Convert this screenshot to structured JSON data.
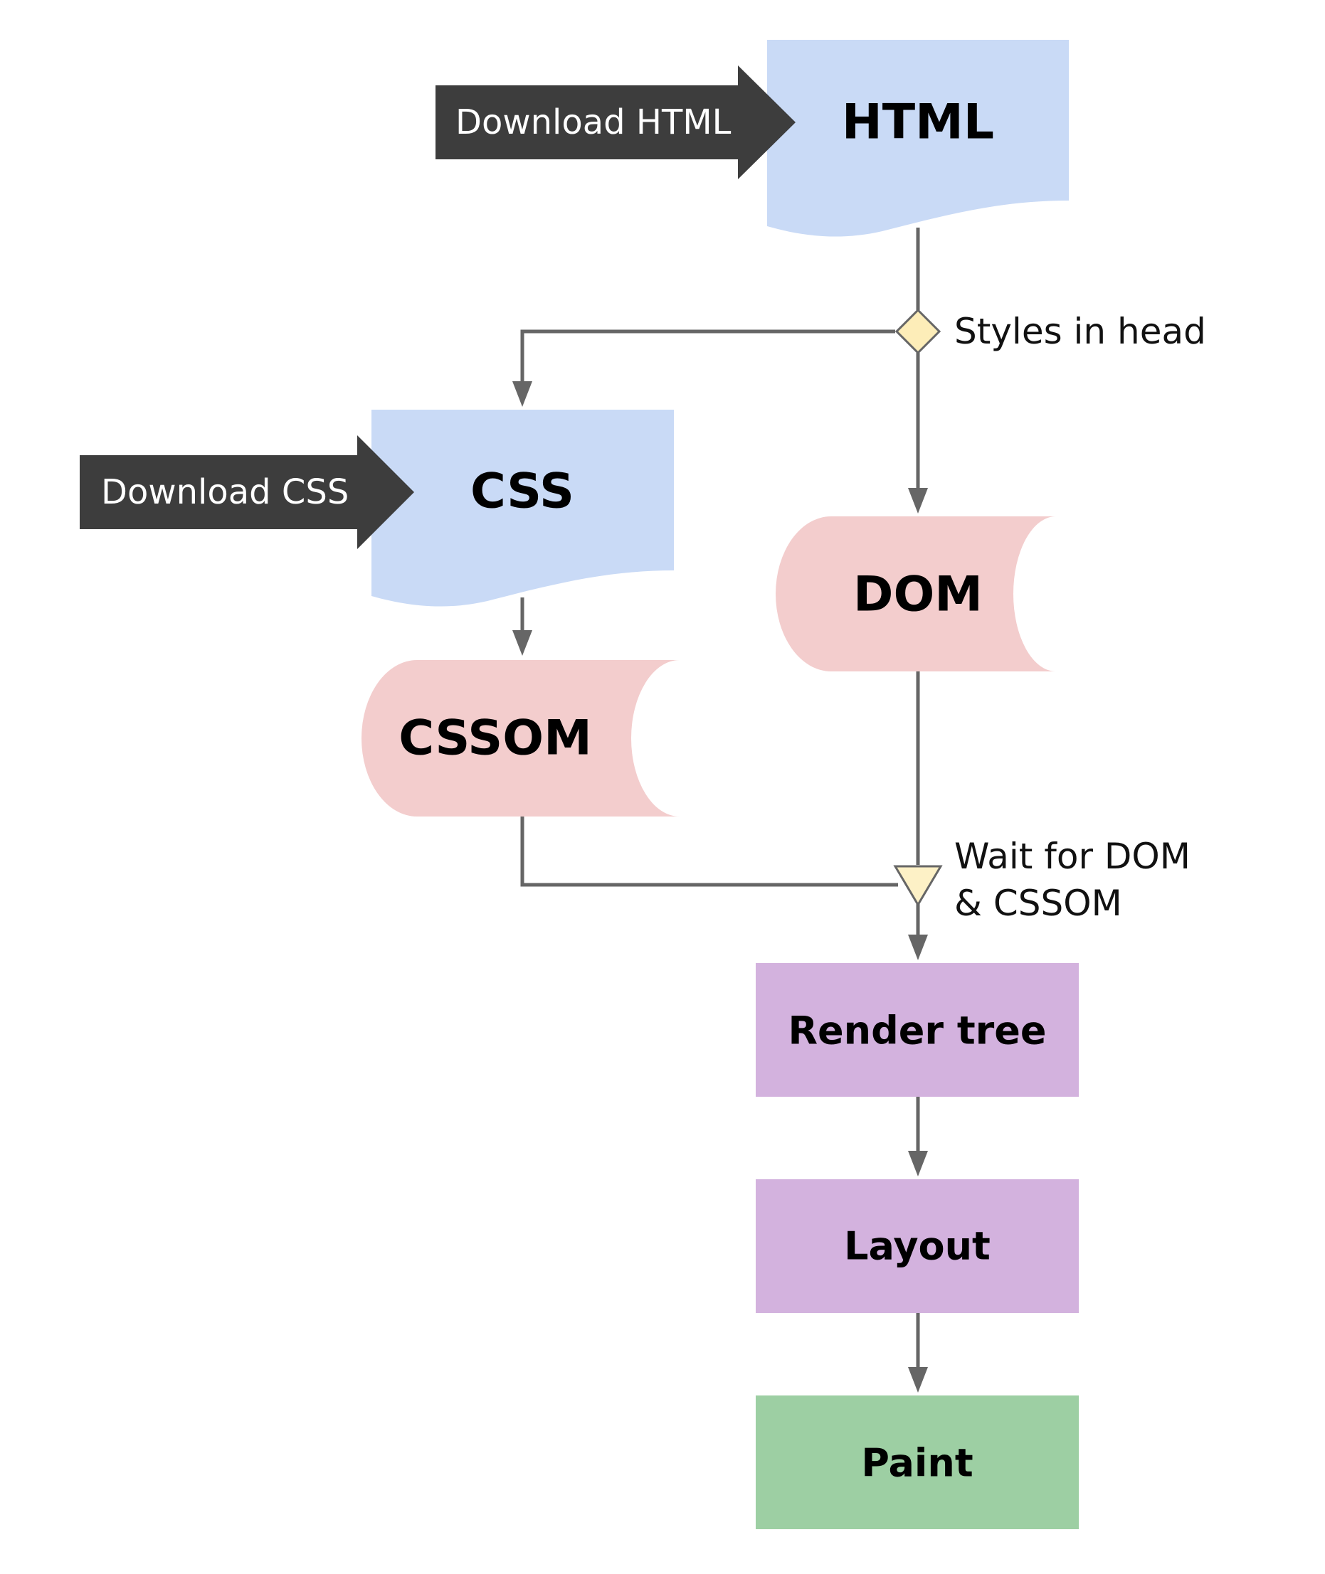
{
  "colors": {
    "document": "#c9daf6",
    "datastore": "#f3cdcd",
    "process": "#d3b2de",
    "output": "#9dcfa3",
    "input_arrow": "#3d3d3d",
    "connector": "#666666",
    "decision": "#fdedb8",
    "merge": "#fdf1c6"
  },
  "inputs": {
    "html": "Download HTML",
    "css": "Download CSS"
  },
  "nodes": {
    "html": "HTML",
    "css": "CSS",
    "dom": "DOM",
    "cssom": "CSSOM",
    "render_tree": "Render tree",
    "layout": "Layout",
    "paint": "Paint"
  },
  "edges": {
    "styles_in_head": "Styles in head",
    "wait_line1": "Wait for DOM",
    "wait_line2": "& CSSOM"
  }
}
